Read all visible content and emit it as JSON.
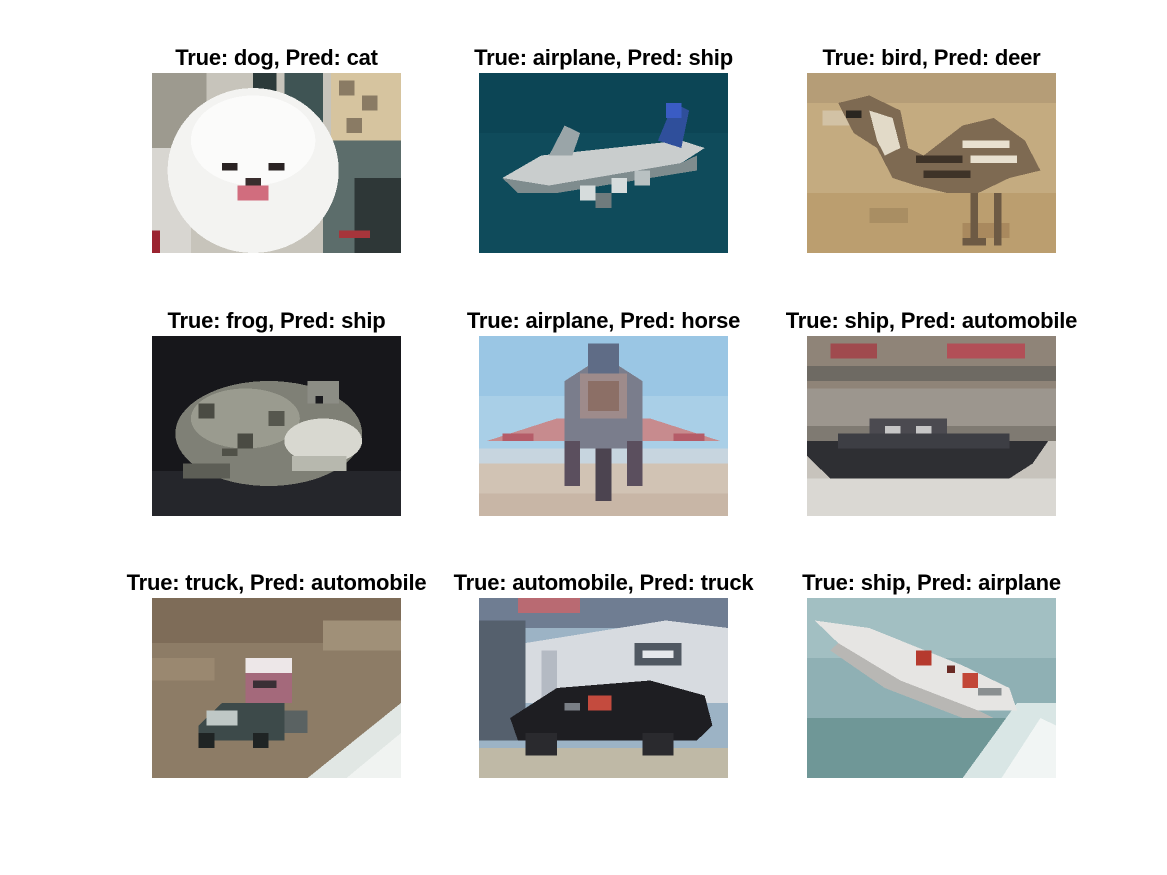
{
  "panels": [
    {
      "title": "True: dog, Pred: cat",
      "true_label": "dog",
      "pred_label": "cat",
      "subject": "white fluffy dog"
    },
    {
      "title": "True: airplane, Pred: ship",
      "true_label": "airplane",
      "pred_label": "ship",
      "subject": "airliner on dark teal background"
    },
    {
      "title": "True: bird, Pred: deer",
      "true_label": "bird",
      "pred_label": "deer",
      "subject": "striped bird on sandy ground"
    },
    {
      "title": "True: frog, Pred: ship",
      "true_label": "frog",
      "pred_label": "ship",
      "subject": "mottled frog on dark background"
    },
    {
      "title": "True: airplane, Pred: horse",
      "true_label": "airplane",
      "pred_label": "horse",
      "subject": "fighter jet front view"
    },
    {
      "title": "True: ship, Pred: automobile",
      "true_label": "ship",
      "pred_label": "automobile",
      "subject": "dark boat at dock"
    },
    {
      "title": "True: truck, Pred: automobile",
      "true_label": "truck",
      "pred_label": "automobile",
      "subject": "truck on dirt road"
    },
    {
      "title": "True: automobile, Pred: truck",
      "true_label": "automobile",
      "pred_label": "truck",
      "subject": "black car near white van"
    },
    {
      "title": "True: ship, Pred: airplane",
      "true_label": "ship",
      "pred_label": "airplane",
      "subject": "speedboat on water"
    }
  ]
}
